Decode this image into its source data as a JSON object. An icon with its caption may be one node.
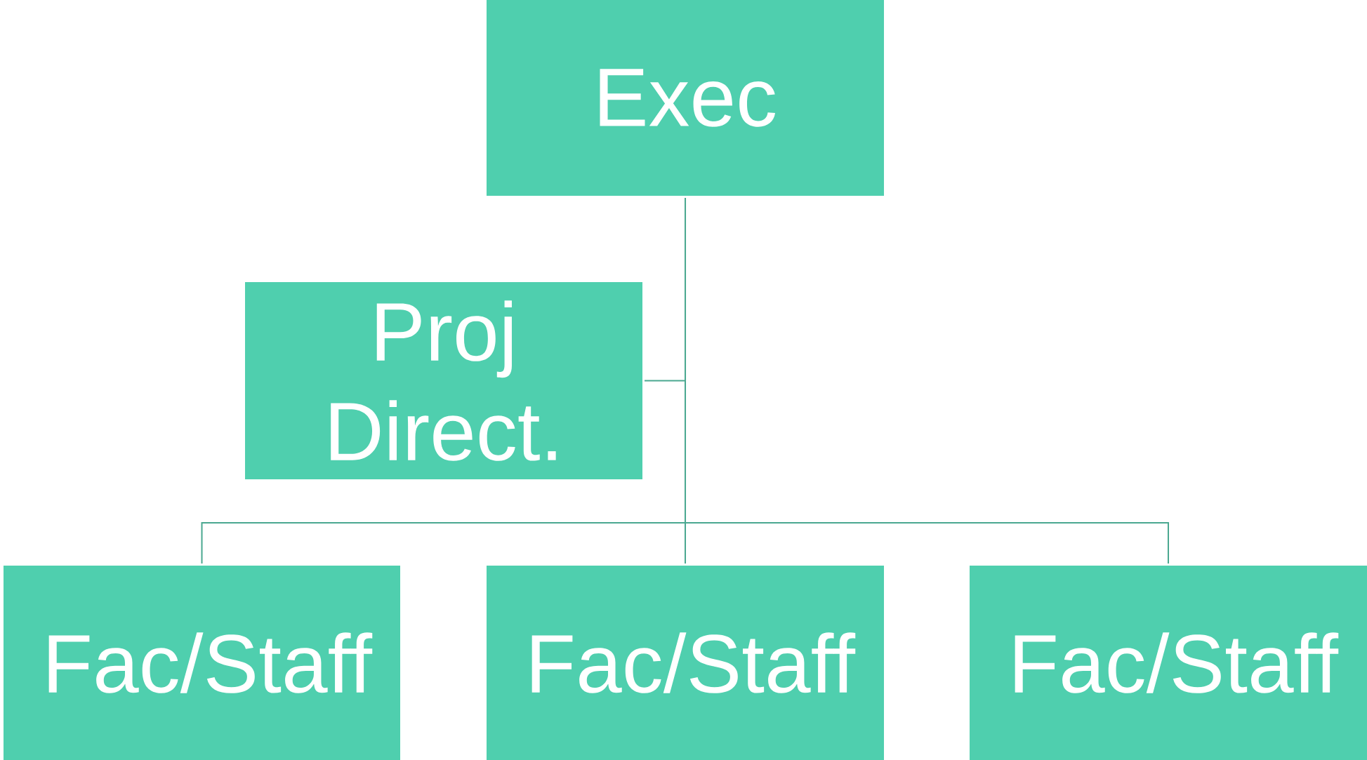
{
  "diagram": {
    "nodes": [
      {
        "text": [
          "Exec"
        ]
      },
      {
        "text": [
          "Proj Direct."
        ]
      },
      {
        "text": [
          "Fac/Staff"
        ]
      },
      {
        "text": [
          "Fac/Staff"
        ]
      },
      {
        "text": [
          "Fac/Staff"
        ]
      }
    ],
    "edges": [
      {
        "from": 0,
        "to": 1,
        "arrow": "none"
      },
      {
        "from": 0,
        "to": 2,
        "arrow": "none"
      },
      {
        "from": 0,
        "to": 3,
        "arrow": "none"
      },
      {
        "from": 0,
        "to": 4,
        "arrow": "none"
      }
    ]
  }
}
